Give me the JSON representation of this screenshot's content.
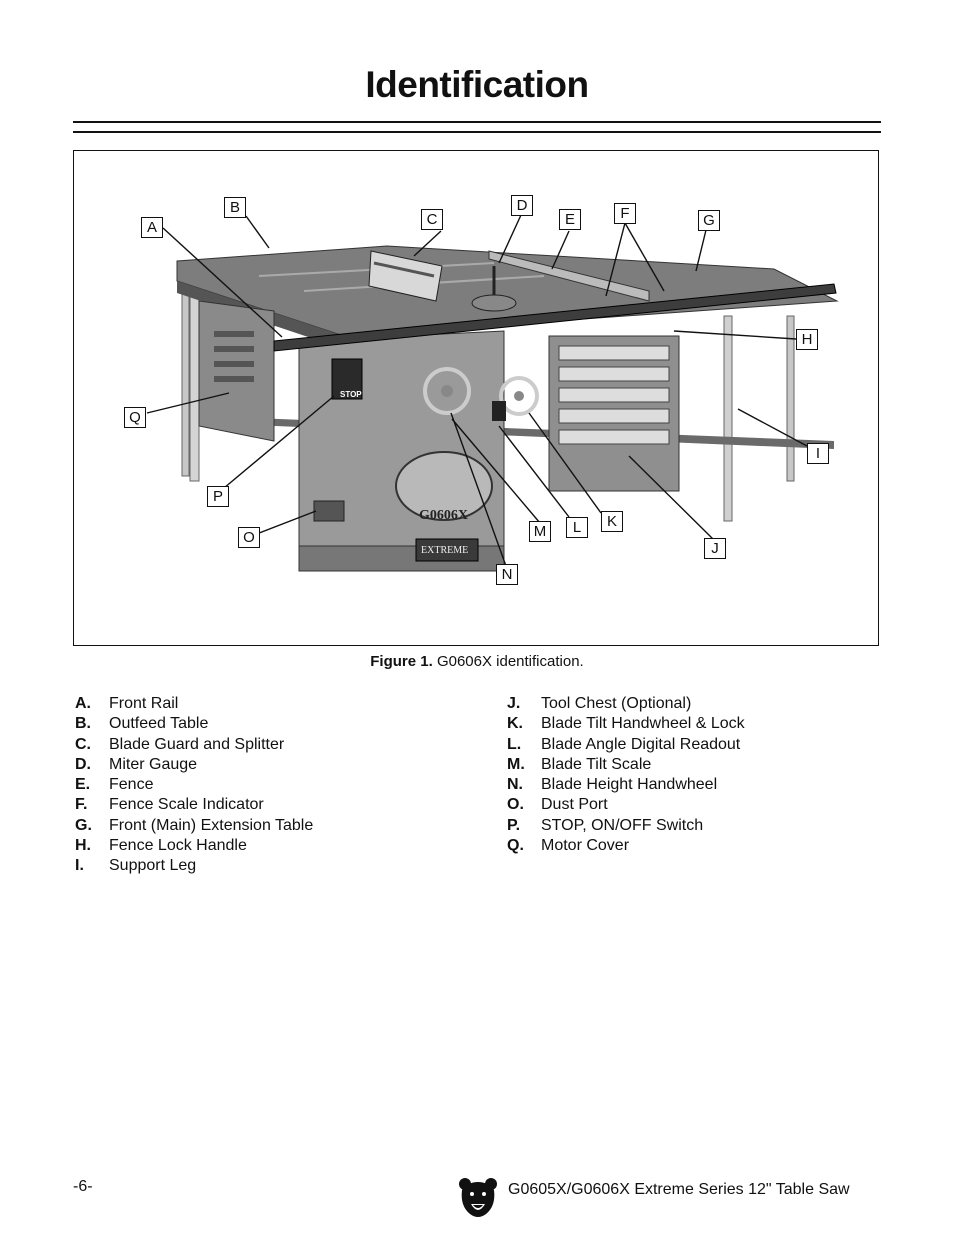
{
  "page": {
    "title": "Identification",
    "figure_caption_label": "Figure 1.",
    "figure_caption_text": " G0606X identification.",
    "page_number": "-6-",
    "footer_title": "G0605X/G0606X Extreme Series 12\" Table Saw"
  },
  "photo": {
    "machine_badge": "G0606X",
    "series_badge": "EXTREME",
    "switch_label": "STOP"
  },
  "callouts": [
    "A",
    "B",
    "C",
    "D",
    "E",
    "F",
    "G",
    "H",
    "I",
    "J",
    "K",
    "L",
    "M",
    "N",
    "O",
    "P",
    "Q"
  ],
  "legend_left": [
    {
      "key": "A.",
      "label": "Front Rail"
    },
    {
      "key": "B.",
      "label": "Outfeed Table"
    },
    {
      "key": "C.",
      "label": "Blade Guard and Splitter"
    },
    {
      "key": "D.",
      "label": "Miter Gauge"
    },
    {
      "key": "E.",
      "label": "Fence"
    },
    {
      "key": "F.",
      "label": "Fence Scale Indicator"
    },
    {
      "key": "G.",
      "label": "Front (Main) Extension Table"
    },
    {
      "key": "H.",
      "label": "Fence Lock Handle"
    },
    {
      "key": "I.",
      "label": "Support Leg"
    }
  ],
  "legend_right": [
    {
      "key": "J.",
      "label": "Tool Chest (Optional)"
    },
    {
      "key": "K.",
      "label": "Blade Tilt Handwheel & Lock"
    },
    {
      "key": "L.",
      "label": "Blade Angle Digital Readout"
    },
    {
      "key": "M.",
      "label": "Blade Tilt Scale"
    },
    {
      "key": "N.",
      "label": "Blade Height Handwheel"
    },
    {
      "key": "O.",
      "label": "Dust Port"
    },
    {
      "key": "P.",
      "label": "STOP, ON/OFF Switch"
    },
    {
      "key": "Q.",
      "label": "Motor Cover"
    }
  ]
}
